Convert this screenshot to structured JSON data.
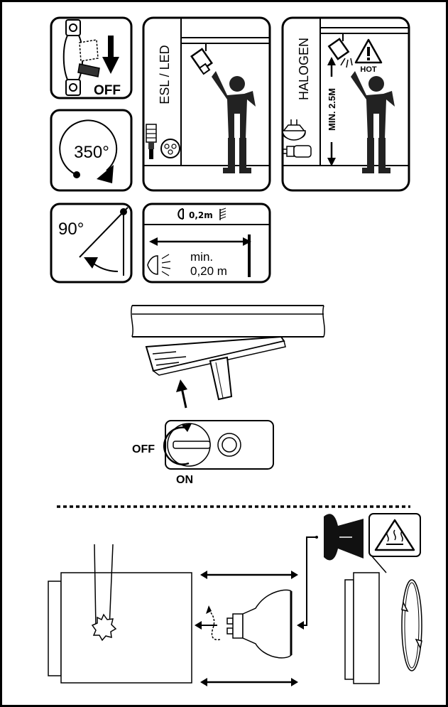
{
  "panels": {
    "off_switch": {
      "label": "OFF"
    },
    "rotation": {
      "label": "350°"
    },
    "esl_led": {
      "label": "ESL / LED"
    },
    "halogen": {
      "label": "HALOGEN",
      "height_label": "MIN. 2.5M",
      "hot_label": "HOT"
    },
    "tilt": {
      "label": "90°"
    },
    "distance": {
      "code_label": "0,2m",
      "min_label": "min.",
      "value_label": "0,20 m"
    }
  },
  "adapter": {
    "off_label": "OFF",
    "on_label": "ON"
  },
  "icons": [
    "breaker-switch-icon",
    "rotation-icon",
    "energy-saving-lamp-icon",
    "halogen-lamp-icon",
    "warning-triangle-icon",
    "hot-surface-icon",
    "spotlight-icon",
    "rotate-arrows-icon"
  ]
}
